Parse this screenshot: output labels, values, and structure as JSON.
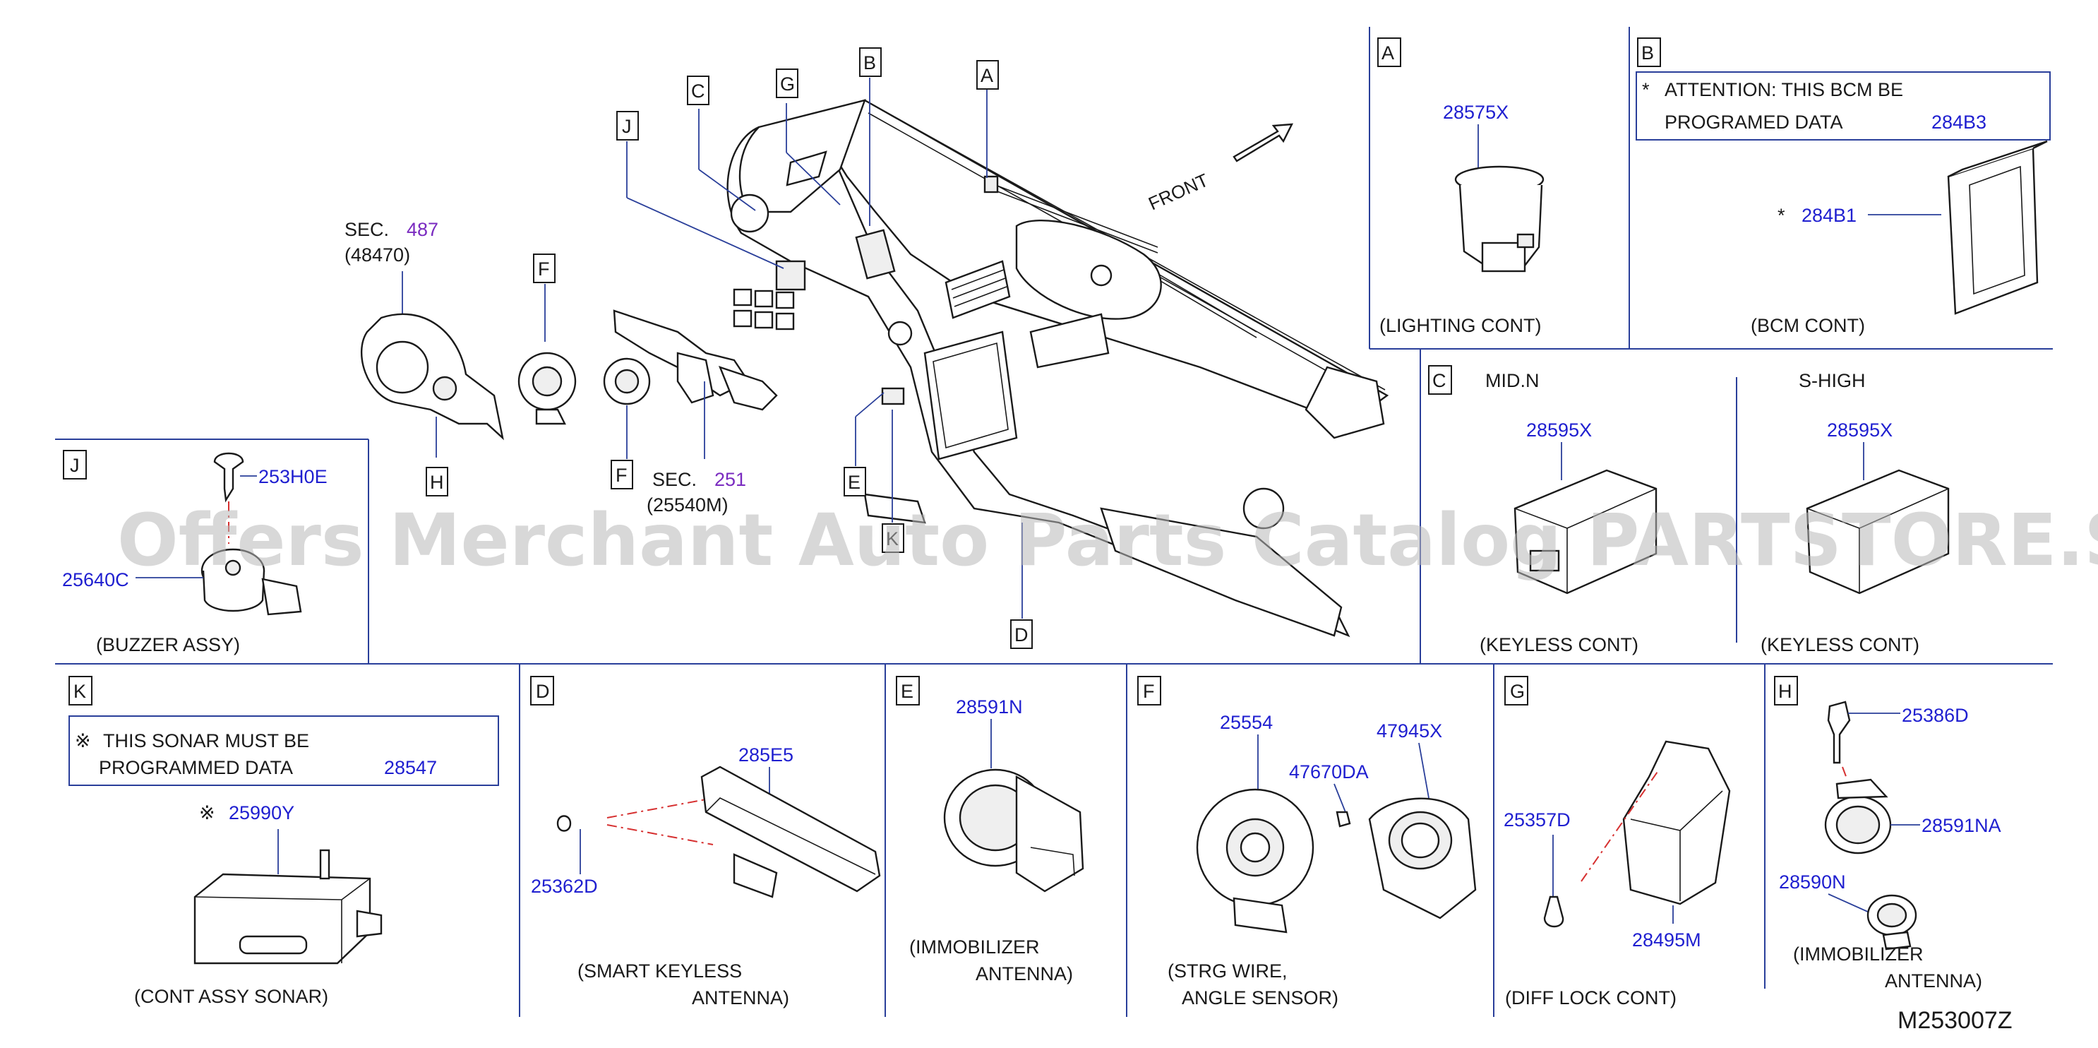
{
  "main": {
    "front": "FRONT",
    "sec487": {
      "prefix": "SEC.",
      "num": "487",
      "sub": "(48470)"
    },
    "sec251": {
      "prefix": "SEC.",
      "num": "251",
      "sub": "(25540M)"
    },
    "callouts": {
      "A": "A",
      "B": "B",
      "C": "C",
      "D": "D",
      "E": "E",
      "F1": "F",
      "F2": "F",
      "G": "G",
      "H": "H",
      "J": "J",
      "K": "K"
    }
  },
  "watermark": "Offers Merchant Auto Parts Catalog PARTSTORE.SA",
  "panels": {
    "A": {
      "letter": "A",
      "part": "28575X",
      "caption": "(LIGHTING   CONT)"
    },
    "B": {
      "letter": "B",
      "note_star": "*",
      "note_line1": "ATTENTION:   THIS   BCM   BE",
      "note_line2": "PROGRAMED   DATA",
      "note_part": "284B3",
      "part_star": "*",
      "part": "284B1",
      "caption": "(BCM   CONT)"
    },
    "C": {
      "letter": "C",
      "label_left": "MID.N",
      "label_right": "S-HIGH",
      "part_left": "28595X",
      "part_right": "28595X",
      "caption_left": "(KEYLESS   CONT)",
      "caption_right": "(KEYLESS   CONT)"
    },
    "J": {
      "letter": "J",
      "part_top": "253H0E",
      "part_left": "25640C",
      "caption": "(BUZZER   ASSY)"
    },
    "K": {
      "letter": "K",
      "note_mark": "※",
      "note_line1": "THIS   SONAR   MUST   BE",
      "note_line2": "PROGRAMMED   DATA",
      "note_part": "28547",
      "part_mark": "※",
      "part": "25990Y",
      "caption": "(CONT   ASSY   SONAR)"
    },
    "D": {
      "letter": "D",
      "part_top": "285E5",
      "part_left": "25362D",
      "caption_line1": "(SMART   KEYLESS",
      "caption_line2": "ANTENNA)"
    },
    "E": {
      "letter": "E",
      "part": "28591N",
      "caption_line1": "(IMMOBILIZER",
      "caption_line2": "ANTENNA)"
    },
    "F": {
      "letter": "F",
      "part_a": "25554",
      "part_b": "47670DA",
      "part_c": "47945X",
      "caption_line1": "(STRG   WIRE,",
      "caption_line2": "ANGLE   SENSOR)"
    },
    "G": {
      "letter": "G",
      "part_a": "25357D",
      "part_b": "28495M",
      "caption": "(DIFF   LOCK   CONT)"
    },
    "H": {
      "letter": "H",
      "part_a": "25386D",
      "part_b": "28591NA",
      "part_c": "28590N",
      "caption_line1": "(IMMOBILIZER",
      "caption_line2": "ANTENNA)"
    }
  },
  "figure_code": "M253007Z"
}
